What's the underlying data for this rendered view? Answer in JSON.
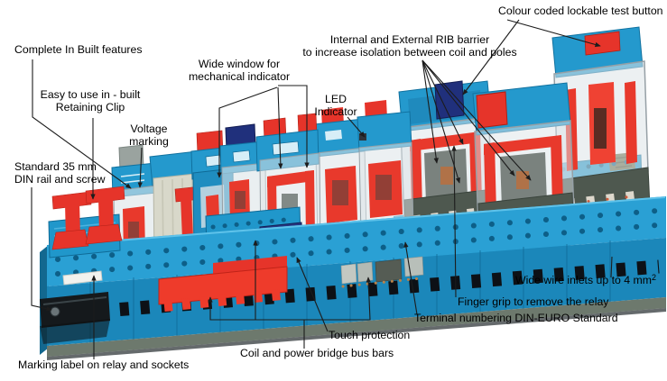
{
  "callouts": {
    "complete_features": {
      "text": "Complete In Built features"
    },
    "retaining_clip": {
      "text": "Easy to use in - built\nRetaining Clip"
    },
    "voltage_marking": {
      "text": "Voltage\nmarking"
    },
    "wide_window": {
      "text": "Wide window for\nmechanical indicator"
    },
    "led_indicator": {
      "text": "LED\nIndicator"
    },
    "rib_barrier": {
      "text": "Internal and External RIB barrier\nto increase isolation between coil and poles"
    },
    "test_button": {
      "text": "Colour coded lockable test button"
    },
    "din_rail": {
      "text": "Standard 35 mm\nDIN rail and screw"
    },
    "marking_label": {
      "text": "Marking label on relay and sockets"
    },
    "bus_bars": {
      "text": "Coil and power bridge bus bars"
    },
    "touch_protection": {
      "text": "Touch protection"
    },
    "terminal_numbering": {
      "text": "Terminal numbering DIN-EURO Standard"
    },
    "finger_grip": {
      "text": "Finger grip to remove the relay"
    },
    "wire_inlets": {
      "text": "Wide wire inlets up to 4 mm",
      "sup": "2"
    }
  },
  "colors": {
    "socket_blue": "#1e94c8",
    "socket_blue_top": "#2aa0d4",
    "relay_red": "#e6342a",
    "bridge_navy": "#202e72",
    "relay_base_grey": "#4e584f",
    "module_ivory": "#d8d8ca",
    "leader_line": "#1c1c1c"
  }
}
